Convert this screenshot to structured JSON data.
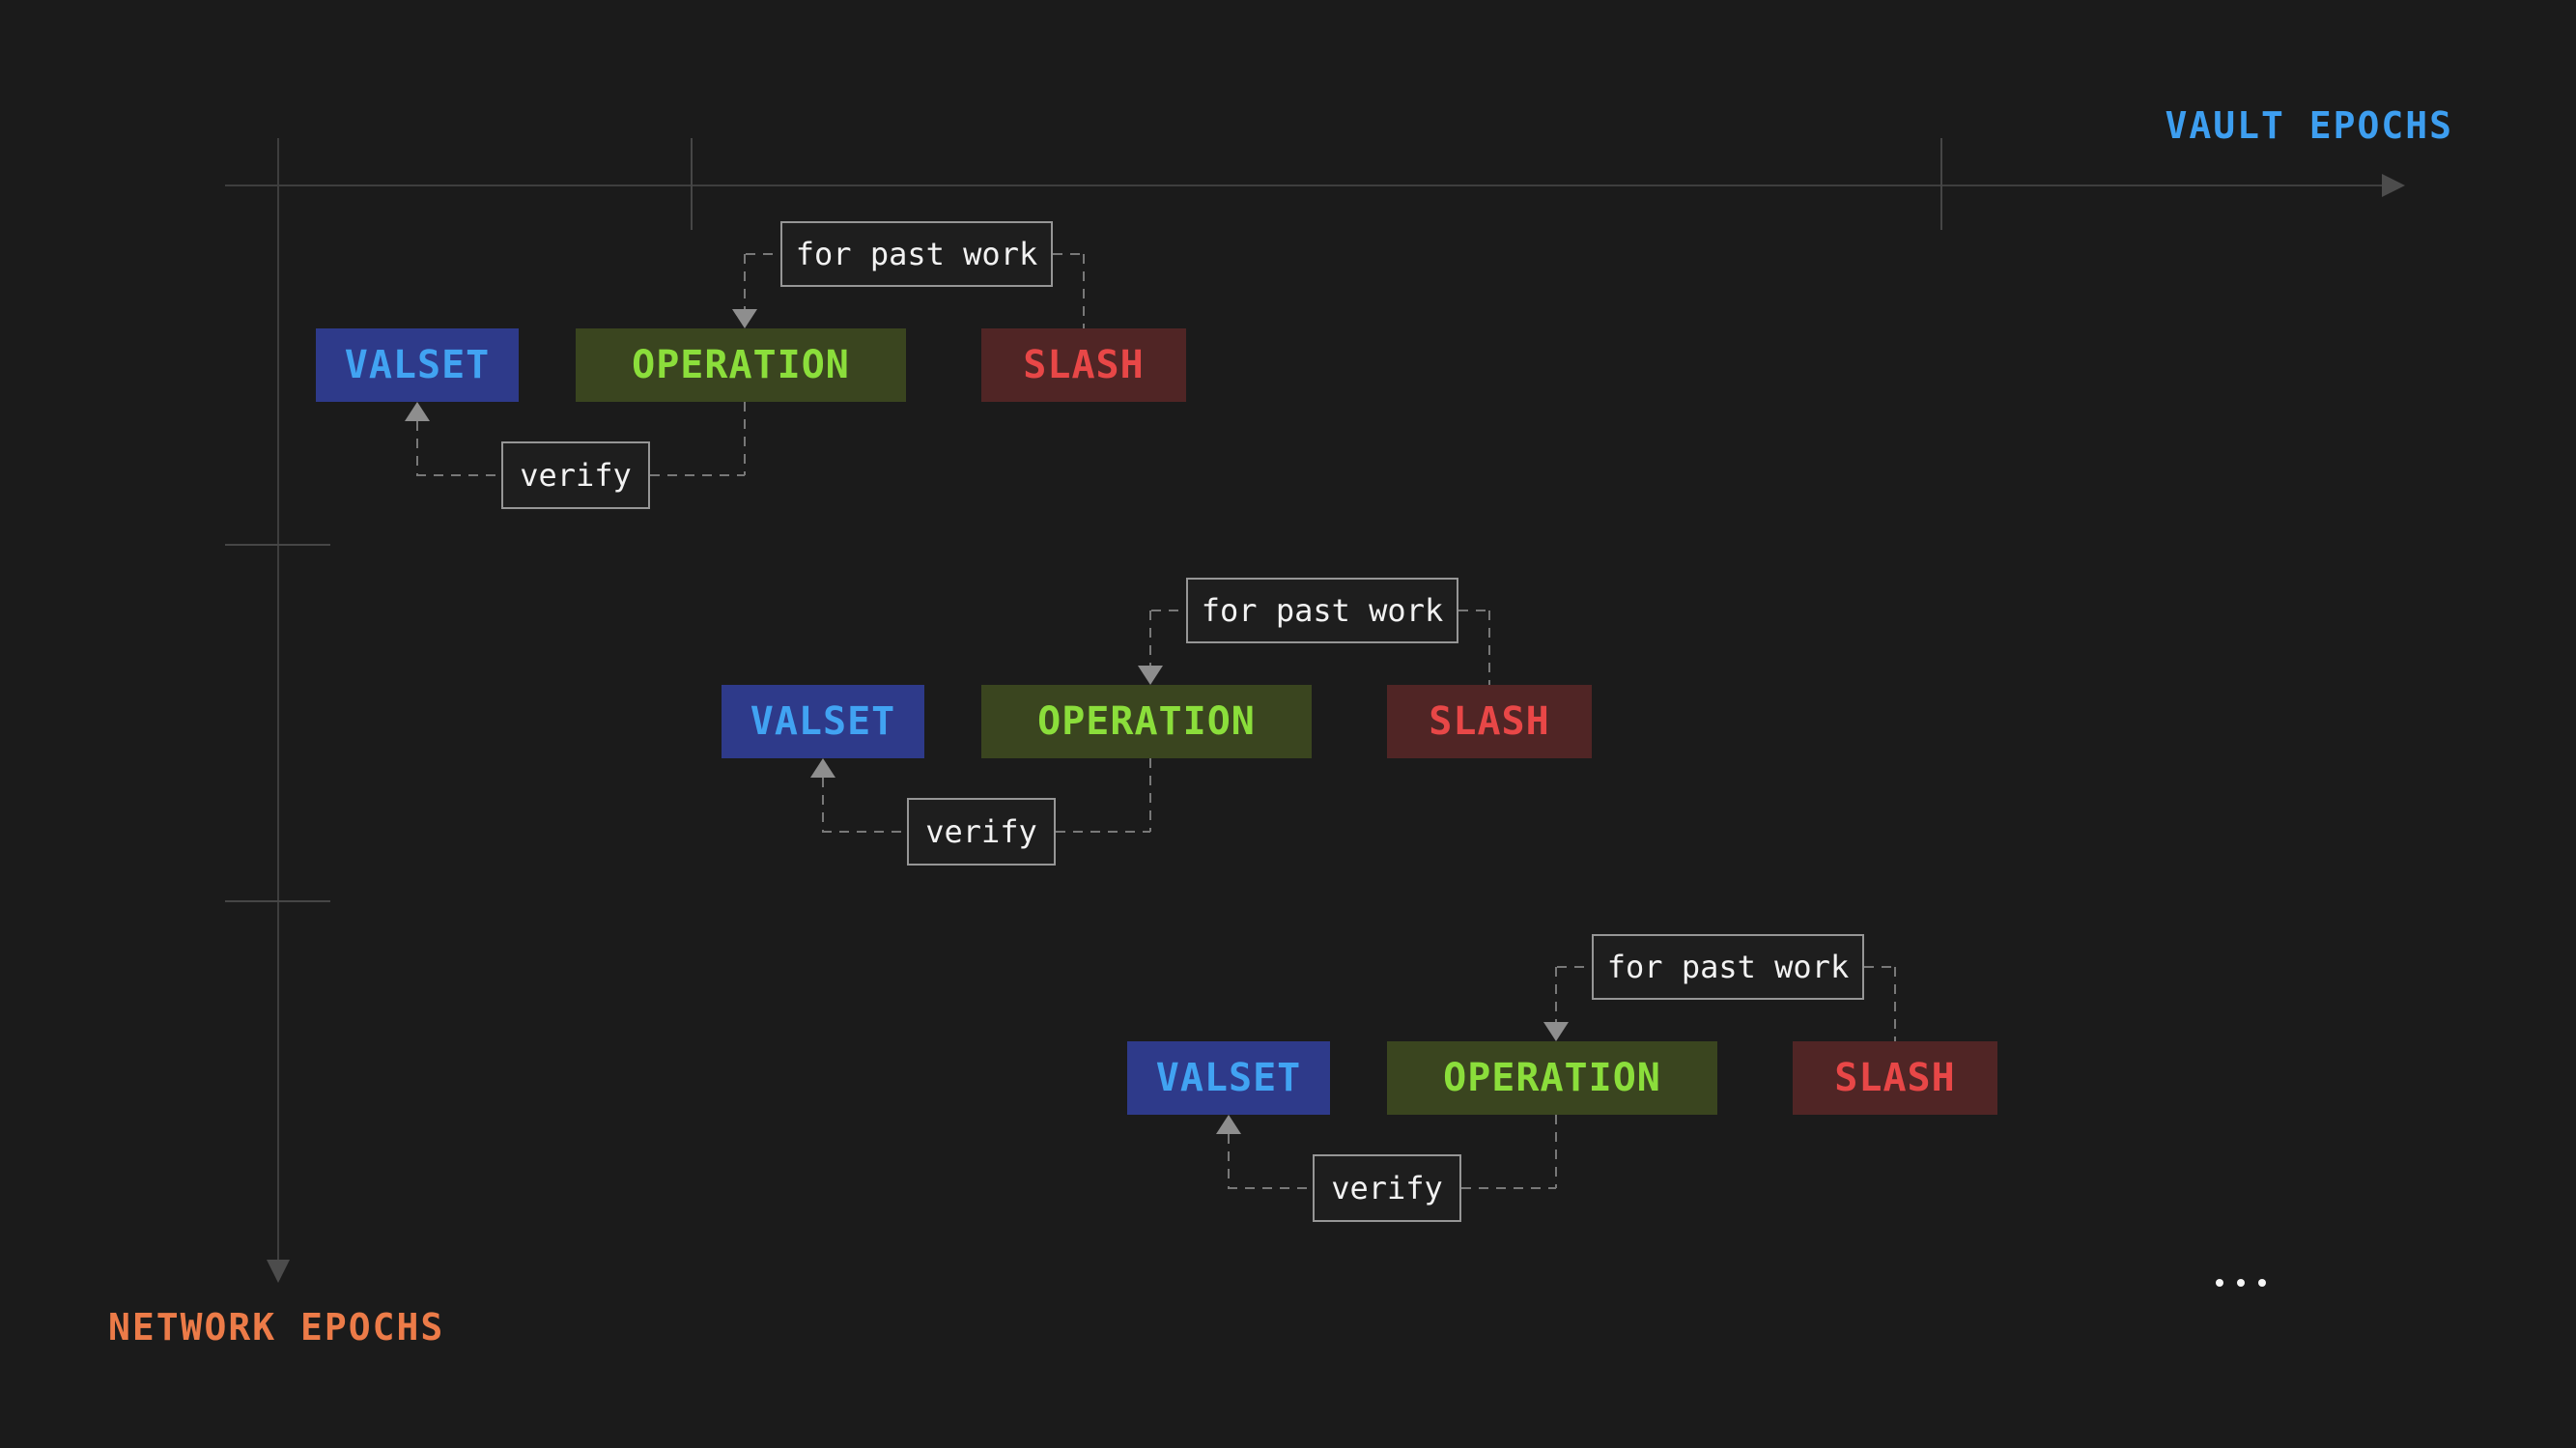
{
  "axes": {
    "vault_label": "VAULT EPOCHS",
    "network_label": "NETWORK EPOCHS",
    "vault_color": "#3d9ef0",
    "network_color": "#ec7b48"
  },
  "groups": [
    {
      "valset": "VALSET",
      "operation": "OPERATION",
      "slash": "SLASH",
      "for_past_work": "for past work",
      "verify": "verify"
    },
    {
      "valset": "VALSET",
      "operation": "OPERATION",
      "slash": "SLASH",
      "for_past_work": "for past work",
      "verify": "verify"
    },
    {
      "valset": "VALSET",
      "operation": "OPERATION",
      "slash": "SLASH",
      "for_past_work": "for past work",
      "verify": "verify"
    }
  ],
  "ellipsis": "...",
  "colors": {
    "background": "#1b1b1b",
    "valset_bg": "#2e3a8a",
    "valset_text": "#41a3f2",
    "operation_bg": "#3a451f",
    "operation_text": "#8bde3b",
    "slash_bg": "#502525",
    "slash_text": "#e84747",
    "label_box_border": "#969696",
    "label_box_text": "#f2f2f2",
    "dashed_line": "#787878",
    "axis_line": "#3e3e3e"
  }
}
